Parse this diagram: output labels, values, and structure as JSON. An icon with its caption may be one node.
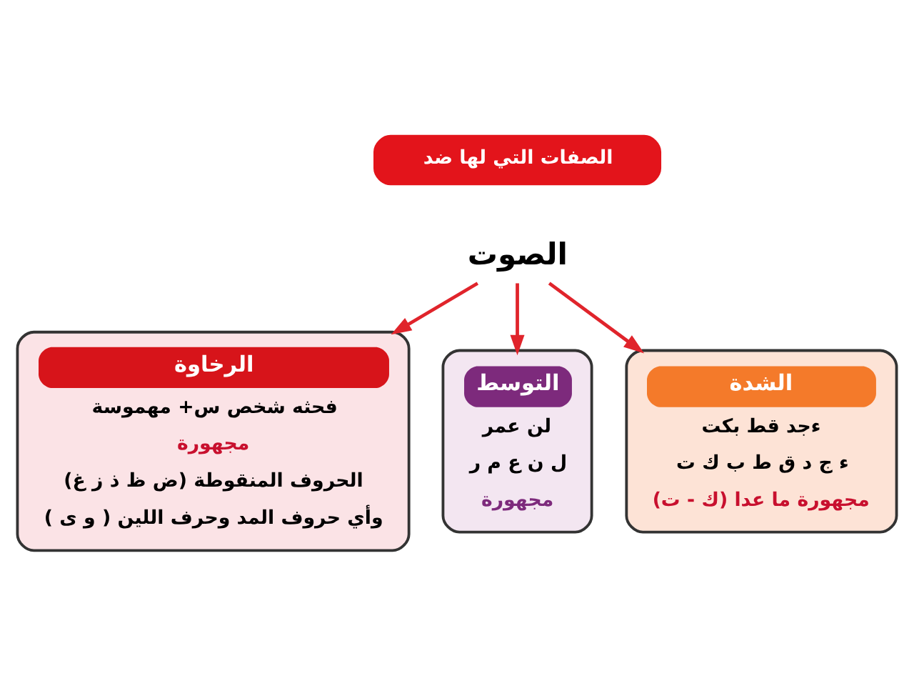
{
  "diagram": {
    "nodes": [
      {
        "text": [
          "الصفات التي لها ضد"
        ]
      },
      {
        "text": [
          "الصوت"
        ]
      },
      {
        "text": [
          "الشدة",
          "ءجد قط بكت",
          "ء ج د ق ط ب ك ت",
          "مجهورة ما عدا (ك - ت)"
        ]
      },
      {
        "text": [
          "التوسط",
          "لن عمر",
          "ل ن ع م ر",
          "مجهورة"
        ]
      },
      {
        "text": [
          "الرخاوة",
          "فحثه شخص س+ مهموسة",
          "مجهورة",
          "الحروف المنقوطة (ض ظ ذ ز غ)",
          "وأي حروف المد وحرف اللين ( و ى )"
        ]
      }
    ],
    "edges": [
      {
        "from": 1,
        "to": 2,
        "arrow": "to"
      },
      {
        "from": 1,
        "to": 3,
        "arrow": "to"
      },
      {
        "from": 1,
        "to": 4,
        "arrow": "to"
      }
    ]
  }
}
